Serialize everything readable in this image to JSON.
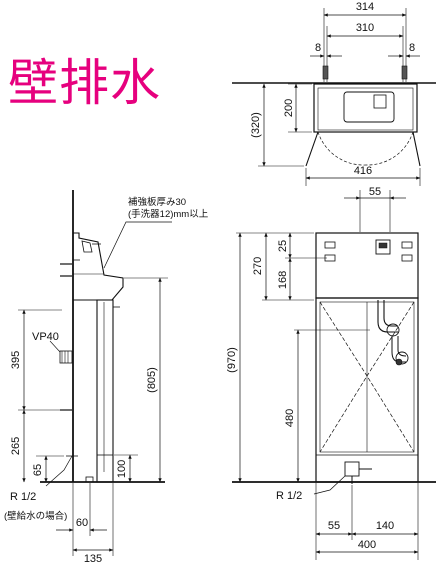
{
  "title": "壁排水",
  "top_view": {
    "dim_width_outer": "314",
    "dim_width_inner": "310",
    "dim_offset_left": "8",
    "dim_offset_right": "8",
    "dim_depth": "200",
    "dim_depth_total": "(320)",
    "dim_door_width": "416"
  },
  "side_view": {
    "note_line1": "補強板厚み30",
    "note_line2": "(手洗器12)mm以上",
    "label_vp": "VP40",
    "dim_395": "395",
    "dim_265": "265",
    "dim_65": "65",
    "dim_805": "(805)",
    "dim_100": "100",
    "dim_60": "60",
    "dim_135": "135",
    "label_r12": "R 1/2",
    "label_wall_supply": "(壁給水の場合)"
  },
  "front_view": {
    "dim_55_top": "55",
    "dim_25": "25",
    "dim_270": "270",
    "dim_168": "168",
    "dim_970": "(970)",
    "dim_480": "480",
    "label_r12": "R 1/2",
    "dim_55_bottom": "55",
    "dim_140": "140",
    "dim_400": "400"
  },
  "colors": {
    "title": "#e6007e",
    "line": "#111111"
  }
}
